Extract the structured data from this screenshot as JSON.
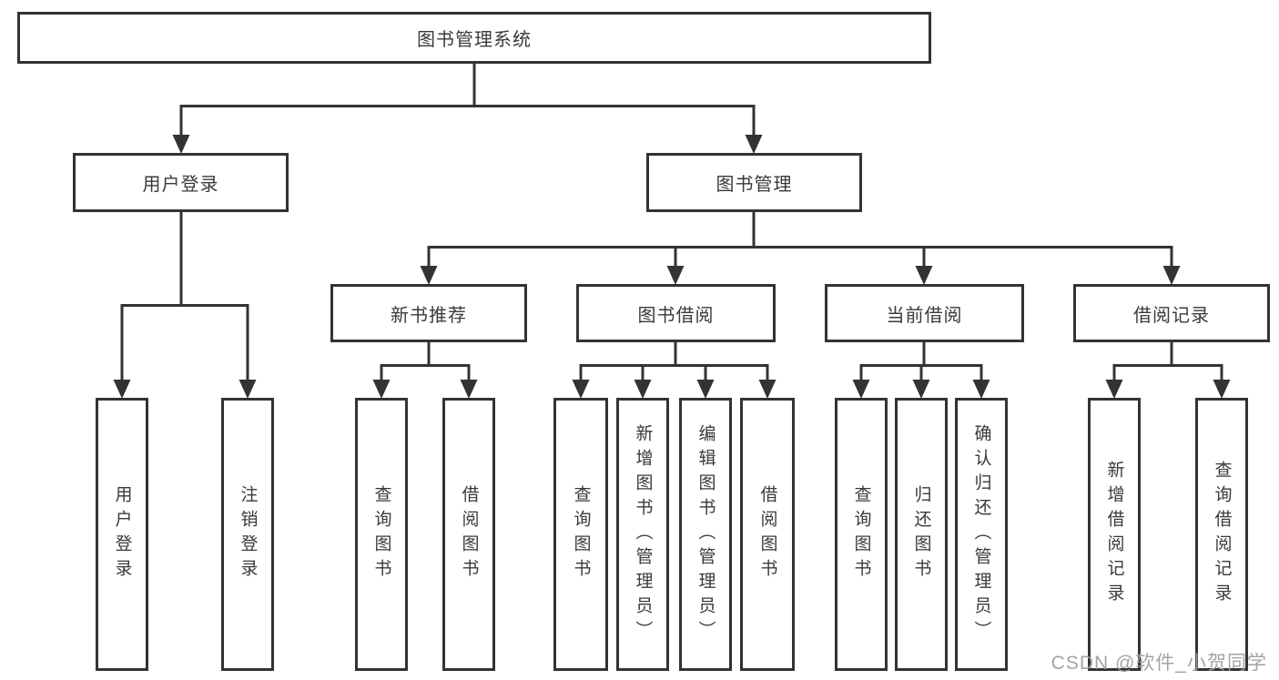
{
  "tree": {
    "root": {
      "label": "图书管理系统"
    },
    "branches": [
      {
        "label": "用户登录",
        "children": [
          {
            "label": "用户登录"
          },
          {
            "label": "注销登录"
          }
        ]
      },
      {
        "label": "图书管理",
        "children": [
          {
            "label": "新书推荐",
            "children": [
              {
                "label": "查询图书"
              },
              {
                "label": "借阅图书"
              }
            ]
          },
          {
            "label": "图书借阅",
            "children": [
              {
                "label": "查询图书"
              },
              {
                "label": "新增图书（管理员）"
              },
              {
                "label": "编辑图书（管理员）"
              },
              {
                "label": "借阅图书"
              }
            ]
          },
          {
            "label": "当前借阅",
            "children": [
              {
                "label": "查询图书"
              },
              {
                "label": "归还图书"
              },
              {
                "label": "确认归还（管理员）"
              }
            ]
          },
          {
            "label": "借阅记录",
            "children": [
              {
                "label": "新增借阅记录"
              },
              {
                "label": "查询借阅记录"
              }
            ]
          }
        ]
      }
    ]
  },
  "watermark": {
    "text": "CSDN @软件_小贺同学"
  },
  "colors": {
    "line": "#333333",
    "box_border": "#333333",
    "box_fill": "#ffffff",
    "text": "#3a3a3a",
    "watermark": "#9e9e9e",
    "background": "#ffffff"
  }
}
